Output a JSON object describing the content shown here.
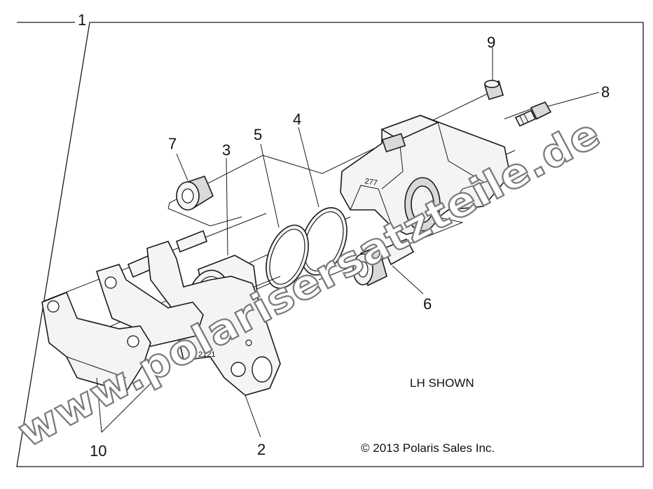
{
  "diagram": {
    "callouts": {
      "c1": "1",
      "c2": "2",
      "c3": "3",
      "c4": "4",
      "c5": "5",
      "c6": "6",
      "c7": "7",
      "c8": "8",
      "c9": "9",
      "c10": "10"
    },
    "caption": "LH SHOWN",
    "copyright": "© 2013 Polaris Sales Inc.",
    "part_marks": {
      "caliper_cast": "277",
      "bracket_cast": "2121"
    },
    "watermark": "www.polarisersatzteile.de"
  }
}
